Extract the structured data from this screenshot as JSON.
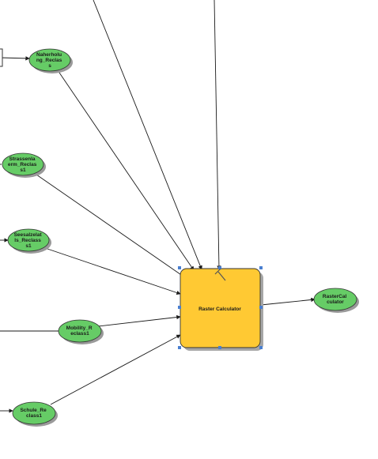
{
  "diagram": {
    "tool": {
      "label": "Raster Calculator",
      "fill": "#ffc933",
      "shadow": "#a7a7a7"
    },
    "output": {
      "label_lines": [
        "RasterCal",
        "culator"
      ],
      "fill": "#66cc66"
    },
    "inputs": [
      {
        "id": "naherholung",
        "label_lines": [
          "Naherholu",
          "ng_Reclas",
          "s"
        ]
      },
      {
        "id": "strassenlaerm",
        "label_lines": [
          "Strassenla",
          "erm_Reclas",
          "s1"
        ]
      },
      {
        "id": "seesalzelatz",
        "label_lines": [
          "Seesalzelat",
          "ls_Reclass",
          "s1"
        ]
      },
      {
        "id": "mobility",
        "label_lines": [
          "Mobility_R",
          "eclass1"
        ]
      },
      {
        "id": "schule",
        "label_lines": [
          "Schule_Re",
          "class1"
        ]
      }
    ],
    "colors": {
      "input_fill": "#66cc66",
      "outline": "#333333",
      "connector": "#1a1a1a",
      "selection_handle": "#4a7fd0"
    }
  }
}
